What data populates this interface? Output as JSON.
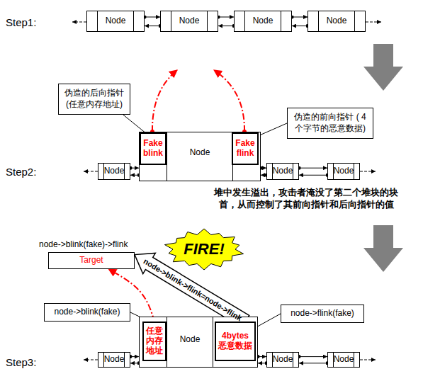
{
  "diagram": {
    "nodes": [
      {
        "text": [
          "Node"
        ]
      },
      {
        "text": [
          "Node"
        ]
      },
      {
        "text": [
          "Node"
        ]
      },
      {
        "text": [
          "Node"
        ]
      },
      {
        "text": [
          "伪造的后向指针 (任意内存地址)"
        ]
      },
      {
        "text": [
          "伪造的前向指针 ( 4 个字节的恶意数据)"
        ]
      },
      {
        "text": [
          "Node"
        ]
      },
      {
        "text": [
          "Node"
        ]
      },
      {
        "text": [
          "Fake blink"
        ],
        "in": 7
      },
      {
        "text": [
          "Fake flink"
        ],
        "in": 7
      },
      {
        "text": [
          "Node"
        ]
      },
      {
        "text": [
          "Node"
        ]
      },
      {
        "text": [
          "node->blink(fake)->flink",
          "Target"
        ]
      },
      {
        "text": [
          "FIRE!"
        ]
      },
      {
        "text": [
          "node->blink(fake)"
        ]
      },
      {
        "text": [
          "node->flink(fake)"
        ]
      },
      {
        "text": [
          "Node"
        ]
      },
      {
        "text": [
          "Node"
        ]
      },
      {
        "text": [
          "任意内存地址"
        ],
        "in": 17
      },
      {
        "text": [
          "4bytes 恶意数据"
        ],
        "in": 17
      },
      {
        "text": [
          "Node"
        ]
      },
      {
        "text": [
          "Node"
        ]
      }
    ],
    "edges": [
      {
        "from": 0,
        "to": 1,
        "arrow": "to"
      },
      {
        "from": 1,
        "to": 0,
        "arrow": "to"
      },
      {
        "from": 1,
        "to": 2,
        "arrow": "to"
      },
      {
        "from": 2,
        "to": 1,
        "arrow": "to"
      },
      {
        "from": 2,
        "to": 3,
        "arrow": "to"
      },
      {
        "from": 3,
        "to": 2,
        "arrow": "to"
      },
      {
        "from": 4,
        "to": 8,
        "arrow": "none"
      },
      {
        "from": 5,
        "to": 9,
        "arrow": "none"
      },
      {
        "from": 6,
        "to": 7,
        "arrow": "to"
      },
      {
        "from": 7,
        "to": 6,
        "arrow": "to"
      },
      {
        "from": 7,
        "to": 10,
        "arrow": "to"
      },
      {
        "from": 10,
        "to": 7,
        "arrow": "to"
      },
      {
        "from": 10,
        "to": 11,
        "arrow": "to"
      },
      {
        "from": 11,
        "to": 10,
        "arrow": "to"
      },
      {
        "from": 18,
        "to": 12,
        "arrow": "to"
      },
      {
        "from": 19,
        "to": 12,
        "label": "node->blink->flink=node->flink",
        "arrow": "to"
      },
      {
        "from": 14,
        "to": 18,
        "arrow": "none"
      },
      {
        "from": 15,
        "to": 19,
        "arrow": "none"
      },
      {
        "from": 16,
        "to": 17,
        "arrow": "to"
      },
      {
        "from": 17,
        "to": 16,
        "arrow": "to"
      },
      {
        "from": 17,
        "to": 20,
        "arrow": "to"
      },
      {
        "from": 20,
        "to": 17,
        "arrow": "to"
      },
      {
        "from": 20,
        "to": 21,
        "arrow": "to"
      },
      {
        "from": 21,
        "to": 20,
        "arrow": "to"
      }
    ],
    "labels": [
      "Step1:",
      "Step2:",
      "堆中发生溢出，攻击者淹没了第二个堆块的块首，从而控制了其前向指针和后向指针的值",
      "Step3:"
    ]
  }
}
